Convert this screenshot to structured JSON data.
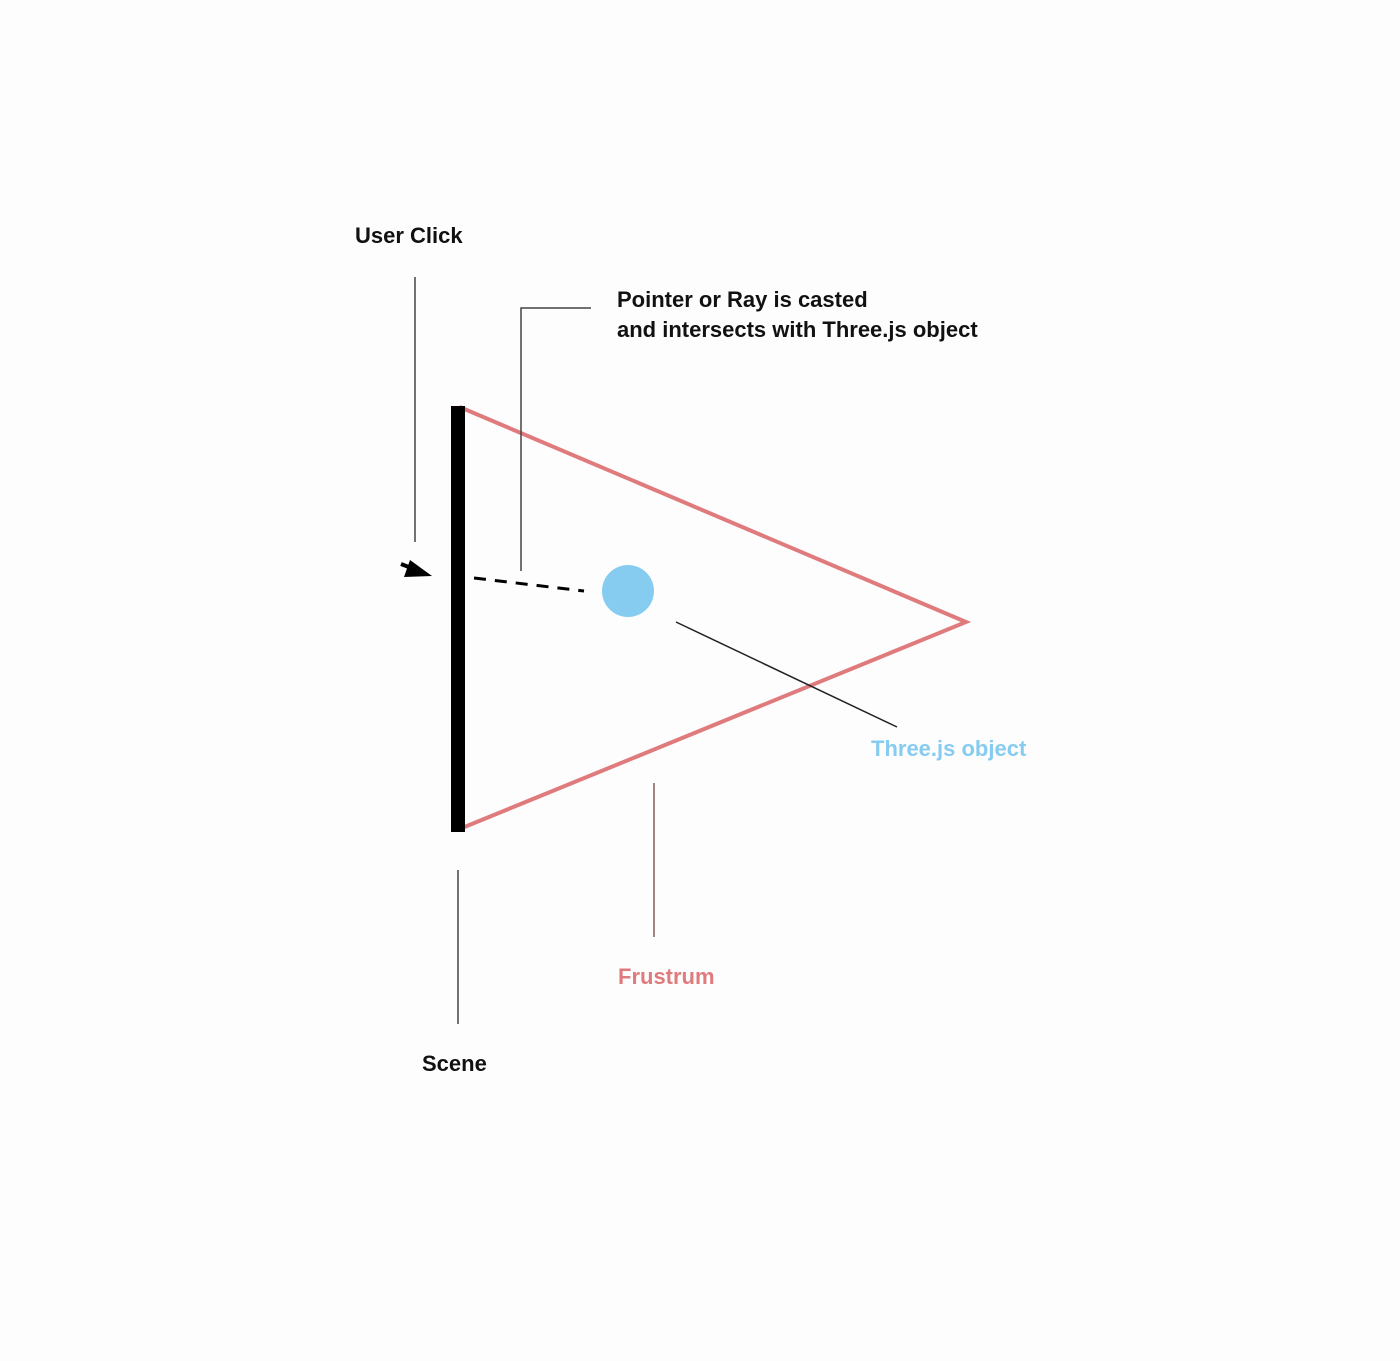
{
  "labels": {
    "user_click": "User Click",
    "ray_line1": "Pointer or Ray is casted",
    "ray_line2": "and intersects with Three.js object",
    "three_object": "Three.js object",
    "frustrum": "Frustrum",
    "scene": "Scene"
  },
  "colors": {
    "background": "#fdfdfd",
    "text": "#111111",
    "frustrum": "#e07b7d",
    "object": "#86cbf0",
    "scene_bar": "#000000",
    "leader_line": "#333333"
  },
  "icons": {
    "cursor": "arrow-cursor-icon"
  }
}
